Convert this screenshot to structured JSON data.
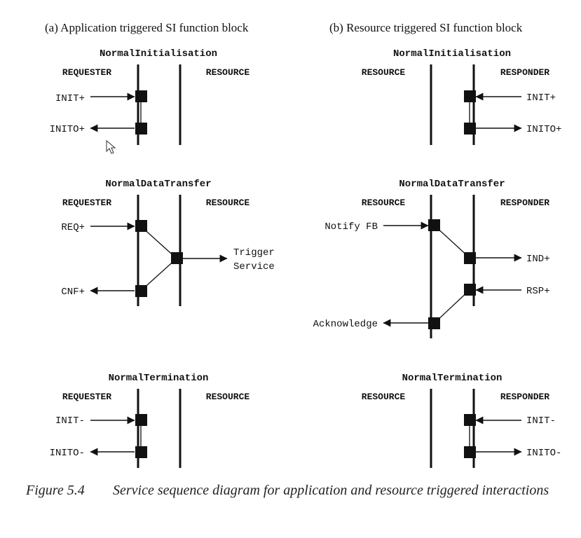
{
  "panels": {
    "a_title": "(a) Application triggered SI function block",
    "b_title": "(b) Resource triggered SI function block"
  },
  "sections": {
    "init_title": "NormalInitialisation",
    "data_title": "NormalDataTransfer",
    "term_title": "NormalTermination"
  },
  "roles": {
    "requester": "REQUESTER",
    "resource": "RESOURCE",
    "responder": "RESPONDER"
  },
  "primitives": {
    "init_plus": "INIT+",
    "inito_plus": "INITO+",
    "req_plus": "REQ+",
    "cnf_plus": "CNF+",
    "trigger_service": [
      "Trigger",
      "Service"
    ],
    "notify_fb": "Notify FB",
    "ind_plus": "IND+",
    "rsp_plus": "RSP+",
    "acknowledge": "Acknowledge",
    "init_minus": "INIT-",
    "inito_minus": "INITO-"
  },
  "caption": {
    "number": "Figure 5.4",
    "text": "Service sequence diagram for application and resource triggered interactions"
  }
}
